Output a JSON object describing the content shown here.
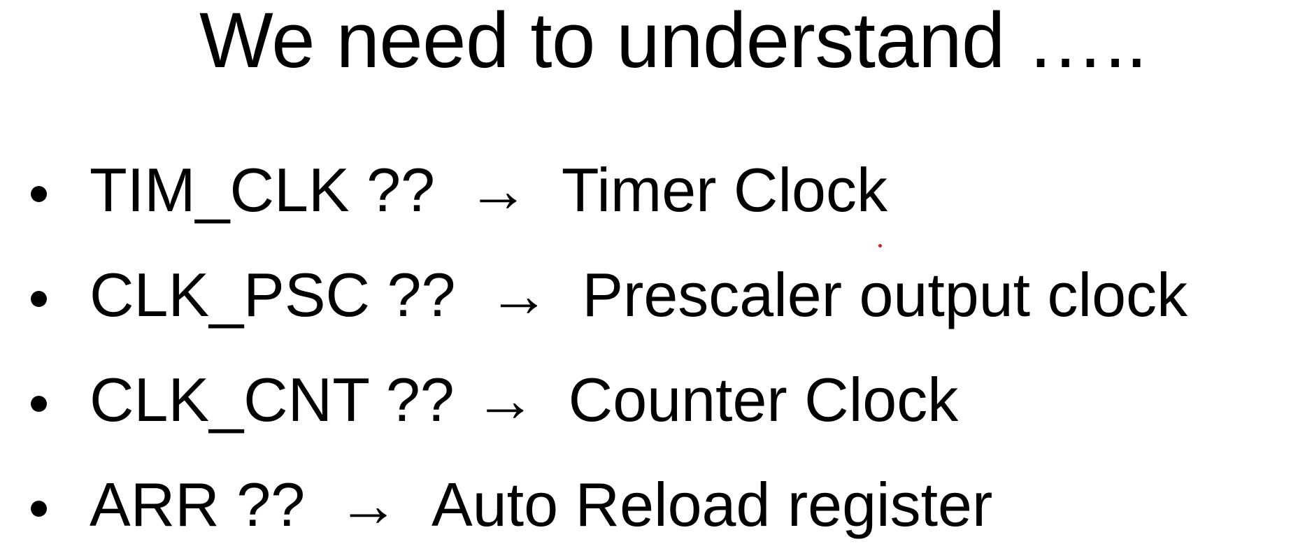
{
  "slide": {
    "title": "We need to understand …..",
    "bullets": [
      {
        "term": "TIM_CLK ??",
        "arrow": "→",
        "definition": "Timer Clock"
      },
      {
        "term": "CLK_PSC ??",
        "arrow": "→",
        "definition": "Prescaler output clock"
      },
      {
        "term": "CLK_CNT ??",
        "arrow": "→",
        "definition": "Counter Clock"
      },
      {
        "term": "ARR ??",
        "arrow": "→",
        "definition": "Auto Reload register"
      }
    ]
  },
  "colors": {
    "background": "#ffffff",
    "text": "#000000",
    "marker": "#cc2222"
  }
}
